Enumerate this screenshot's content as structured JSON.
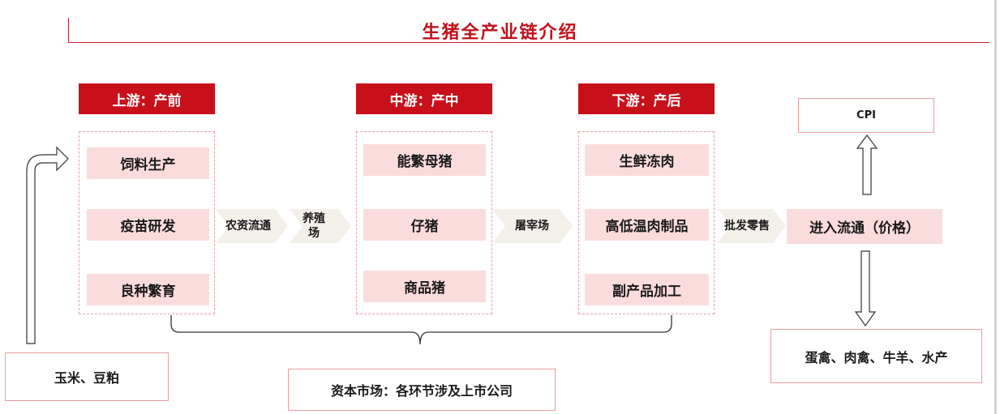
{
  "title": "生猪全产业链介绍",
  "stages": [
    {
      "header": "上游：产前",
      "items": [
        "饲料生产",
        "疫苗研发",
        "良种繁育"
      ]
    },
    {
      "header": "中游：产中",
      "items": [
        "能繁母猪",
        "仔猪",
        "商品猪"
      ]
    },
    {
      "header": "下游：产后",
      "items": [
        "生鲜冻肉",
        "高低温肉制品",
        "副产品加工"
      ]
    }
  ],
  "connectors": {
    "c1": "农资流通",
    "c2": "养殖场",
    "c3": "屠宰场",
    "c4": "批发零售"
  },
  "circulation": "进入流通（价格）",
  "cpi": "CPI",
  "substitutes": "蛋禽、肉禽、牛羊、水产",
  "raw_materials": "玉米、豆粕",
  "capital_market": "资本市场：各环节涉及上市公司",
  "colors": {
    "accent": "#c8101a",
    "item_fill": "#fbdcdd",
    "arrow_fill": "#f3efe9"
  }
}
